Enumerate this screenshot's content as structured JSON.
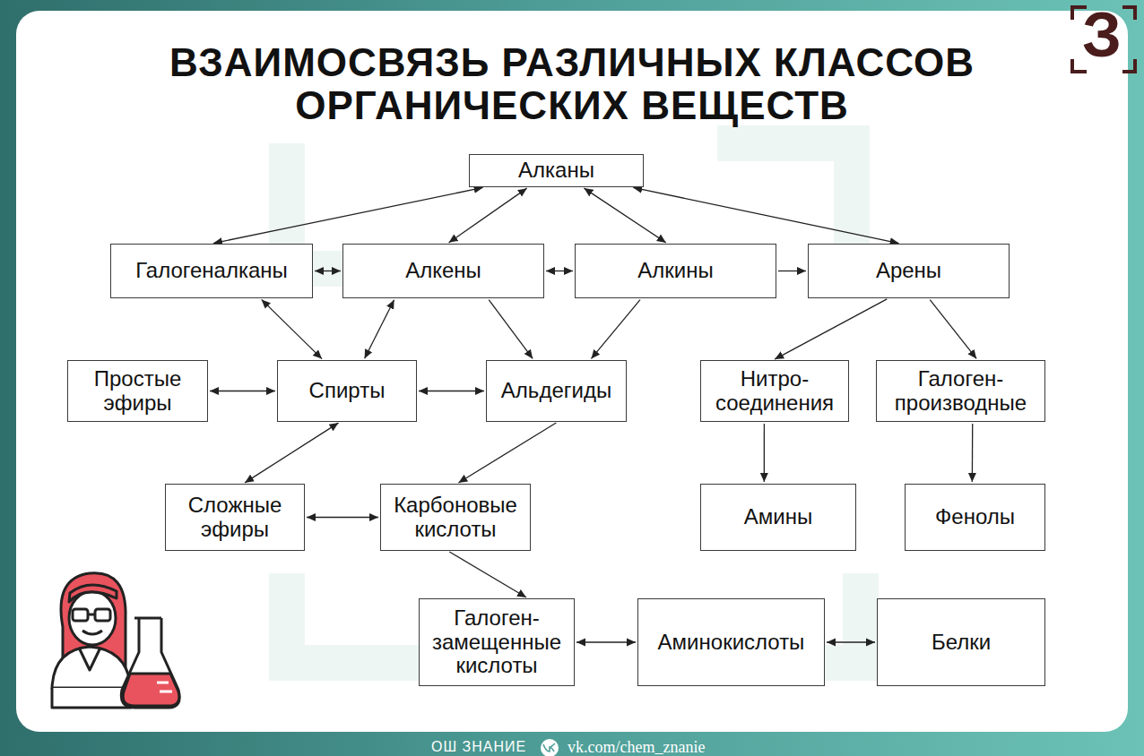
{
  "diagram": {
    "title": "ВЗАИМОСВЯЗЬ РАЗЛИЧНЫХ КЛАССОВ ОРГАНИЧЕСКИХ ВЕЩЕСТВ",
    "nodes": [
      {
        "text": [
          "Алканы"
        ]
      },
      {
        "text": [
          "Галогеналканы"
        ]
      },
      {
        "text": [
          "Алкены"
        ]
      },
      {
        "text": [
          "Алкины"
        ]
      },
      {
        "text": [
          "Арены"
        ]
      },
      {
        "text": [
          "Простые эфиры"
        ]
      },
      {
        "text": [
          "Спирты"
        ]
      },
      {
        "text": [
          "Альдегиды"
        ]
      },
      {
        "text": [
          "Нитро- соединения"
        ]
      },
      {
        "text": [
          "Галоген- производные"
        ]
      },
      {
        "text": [
          "Сложные эфиры"
        ]
      },
      {
        "text": [
          "Карбоновые кислоты"
        ]
      },
      {
        "text": [
          "Амины"
        ]
      },
      {
        "text": [
          "Фенолы"
        ]
      },
      {
        "text": [
          "Галоген- замещенные кислоты"
        ]
      },
      {
        "text": [
          "Аминокислоты"
        ]
      },
      {
        "text": [
          "Белки"
        ]
      }
    ],
    "edges": [
      {
        "from": 0,
        "to": 1,
        "arrow": "both"
      },
      {
        "from": 0,
        "to": 2,
        "arrow": "both"
      },
      {
        "from": 0,
        "to": 3,
        "arrow": "both"
      },
      {
        "from": 0,
        "to": 4,
        "arrow": "both"
      },
      {
        "from": 1,
        "to": 2,
        "arrow": "both"
      },
      {
        "from": 2,
        "to": 3,
        "arrow": "both"
      },
      {
        "from": 3,
        "to": 4,
        "arrow": "to"
      },
      {
        "from": 1,
        "to": 6,
        "arrow": "both"
      },
      {
        "from": 2,
        "to": 6,
        "arrow": "both"
      },
      {
        "from": 2,
        "to": 7,
        "arrow": "to"
      },
      {
        "from": 3,
        "to": 7,
        "arrow": "to"
      },
      {
        "from": 4,
        "to": 8,
        "arrow": "to"
      },
      {
        "from": 4,
        "to": 9,
        "arrow": "to"
      },
      {
        "from": 5,
        "to": 6,
        "arrow": "both"
      },
      {
        "from": 6,
        "to": 7,
        "arrow": "both"
      },
      {
        "from": 6,
        "to": 10,
        "arrow": "both"
      },
      {
        "from": 7,
        "to": 11,
        "arrow": "to"
      },
      {
        "from": 10,
        "to": 11,
        "arrow": "both"
      },
      {
        "from": 8,
        "to": 12,
        "arrow": "to"
      },
      {
        "from": 9,
        "to": 13,
        "arrow": "to"
      },
      {
        "from": 11,
        "to": 14,
        "arrow": "to"
      },
      {
        "from": 14,
        "to": 15,
        "arrow": "both"
      },
      {
        "from": 15,
        "to": 16,
        "arrow": "both"
      }
    ],
    "labels": [
      "З",
      "ОШ ЗНАНИЕ",
      "vk.com/chem_znanie"
    ]
  }
}
